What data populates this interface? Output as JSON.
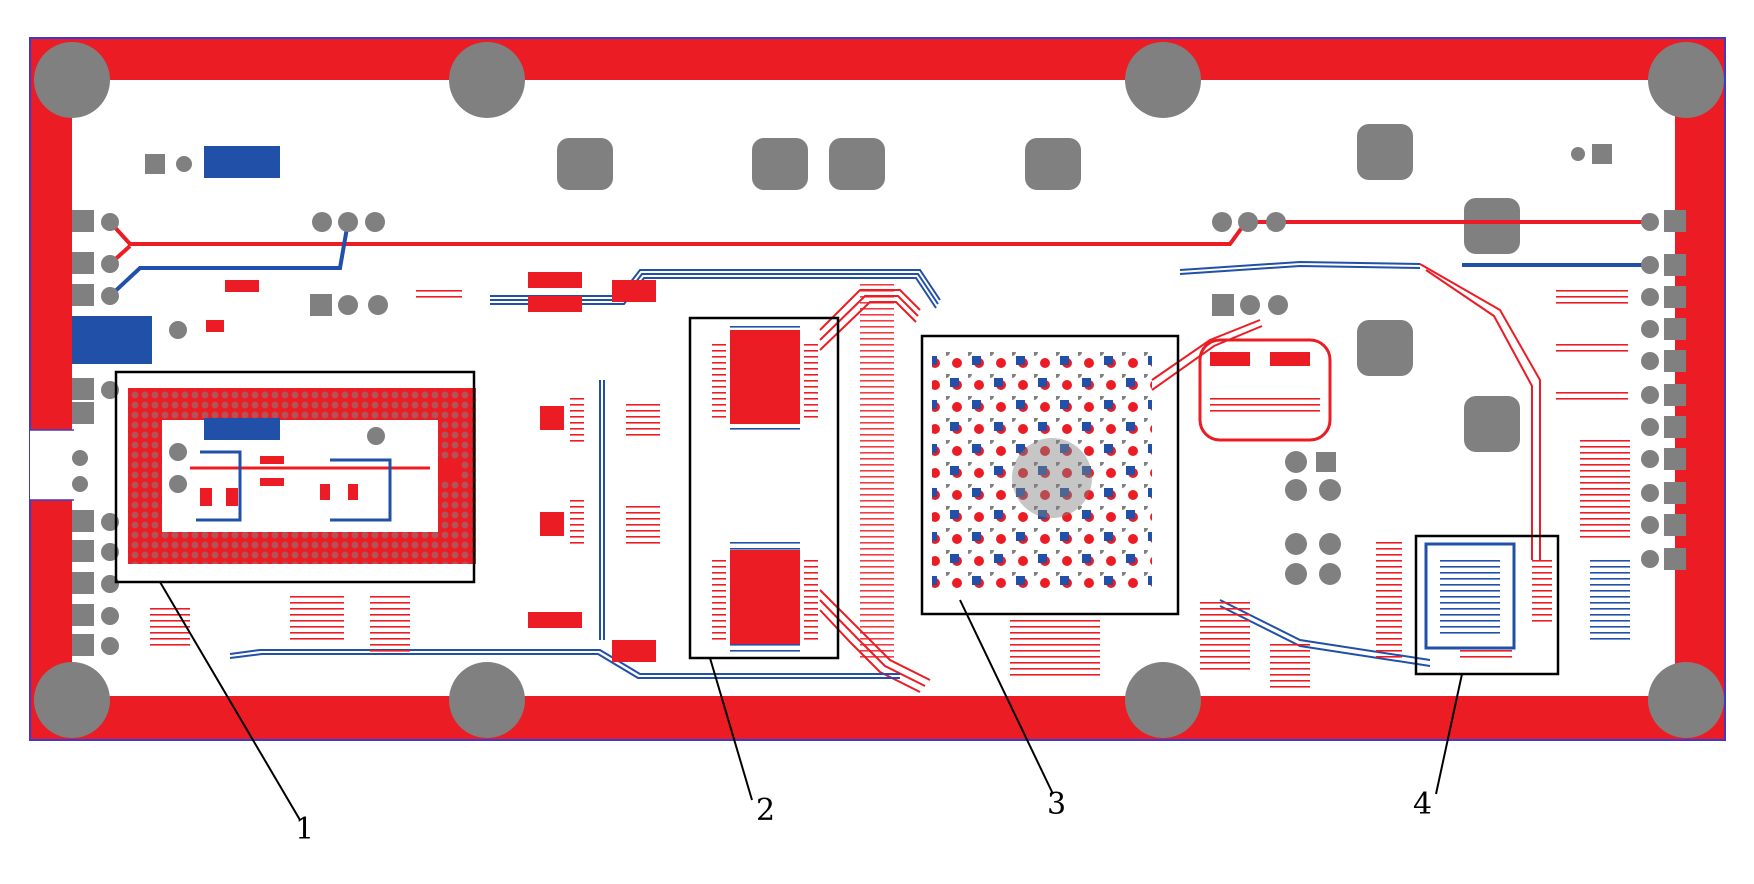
{
  "figure": {
    "colors": {
      "board_outline": "#3b3bd0",
      "top_copper": "#ec1c24",
      "bottom_copper": "#2150a8",
      "hole": "#808080",
      "silk": "#000000",
      "background": "#ffffff"
    },
    "callouts": [
      {
        "label": "1"
      },
      {
        "label": "2"
      },
      {
        "label": "3"
      },
      {
        "label": "4"
      }
    ]
  }
}
